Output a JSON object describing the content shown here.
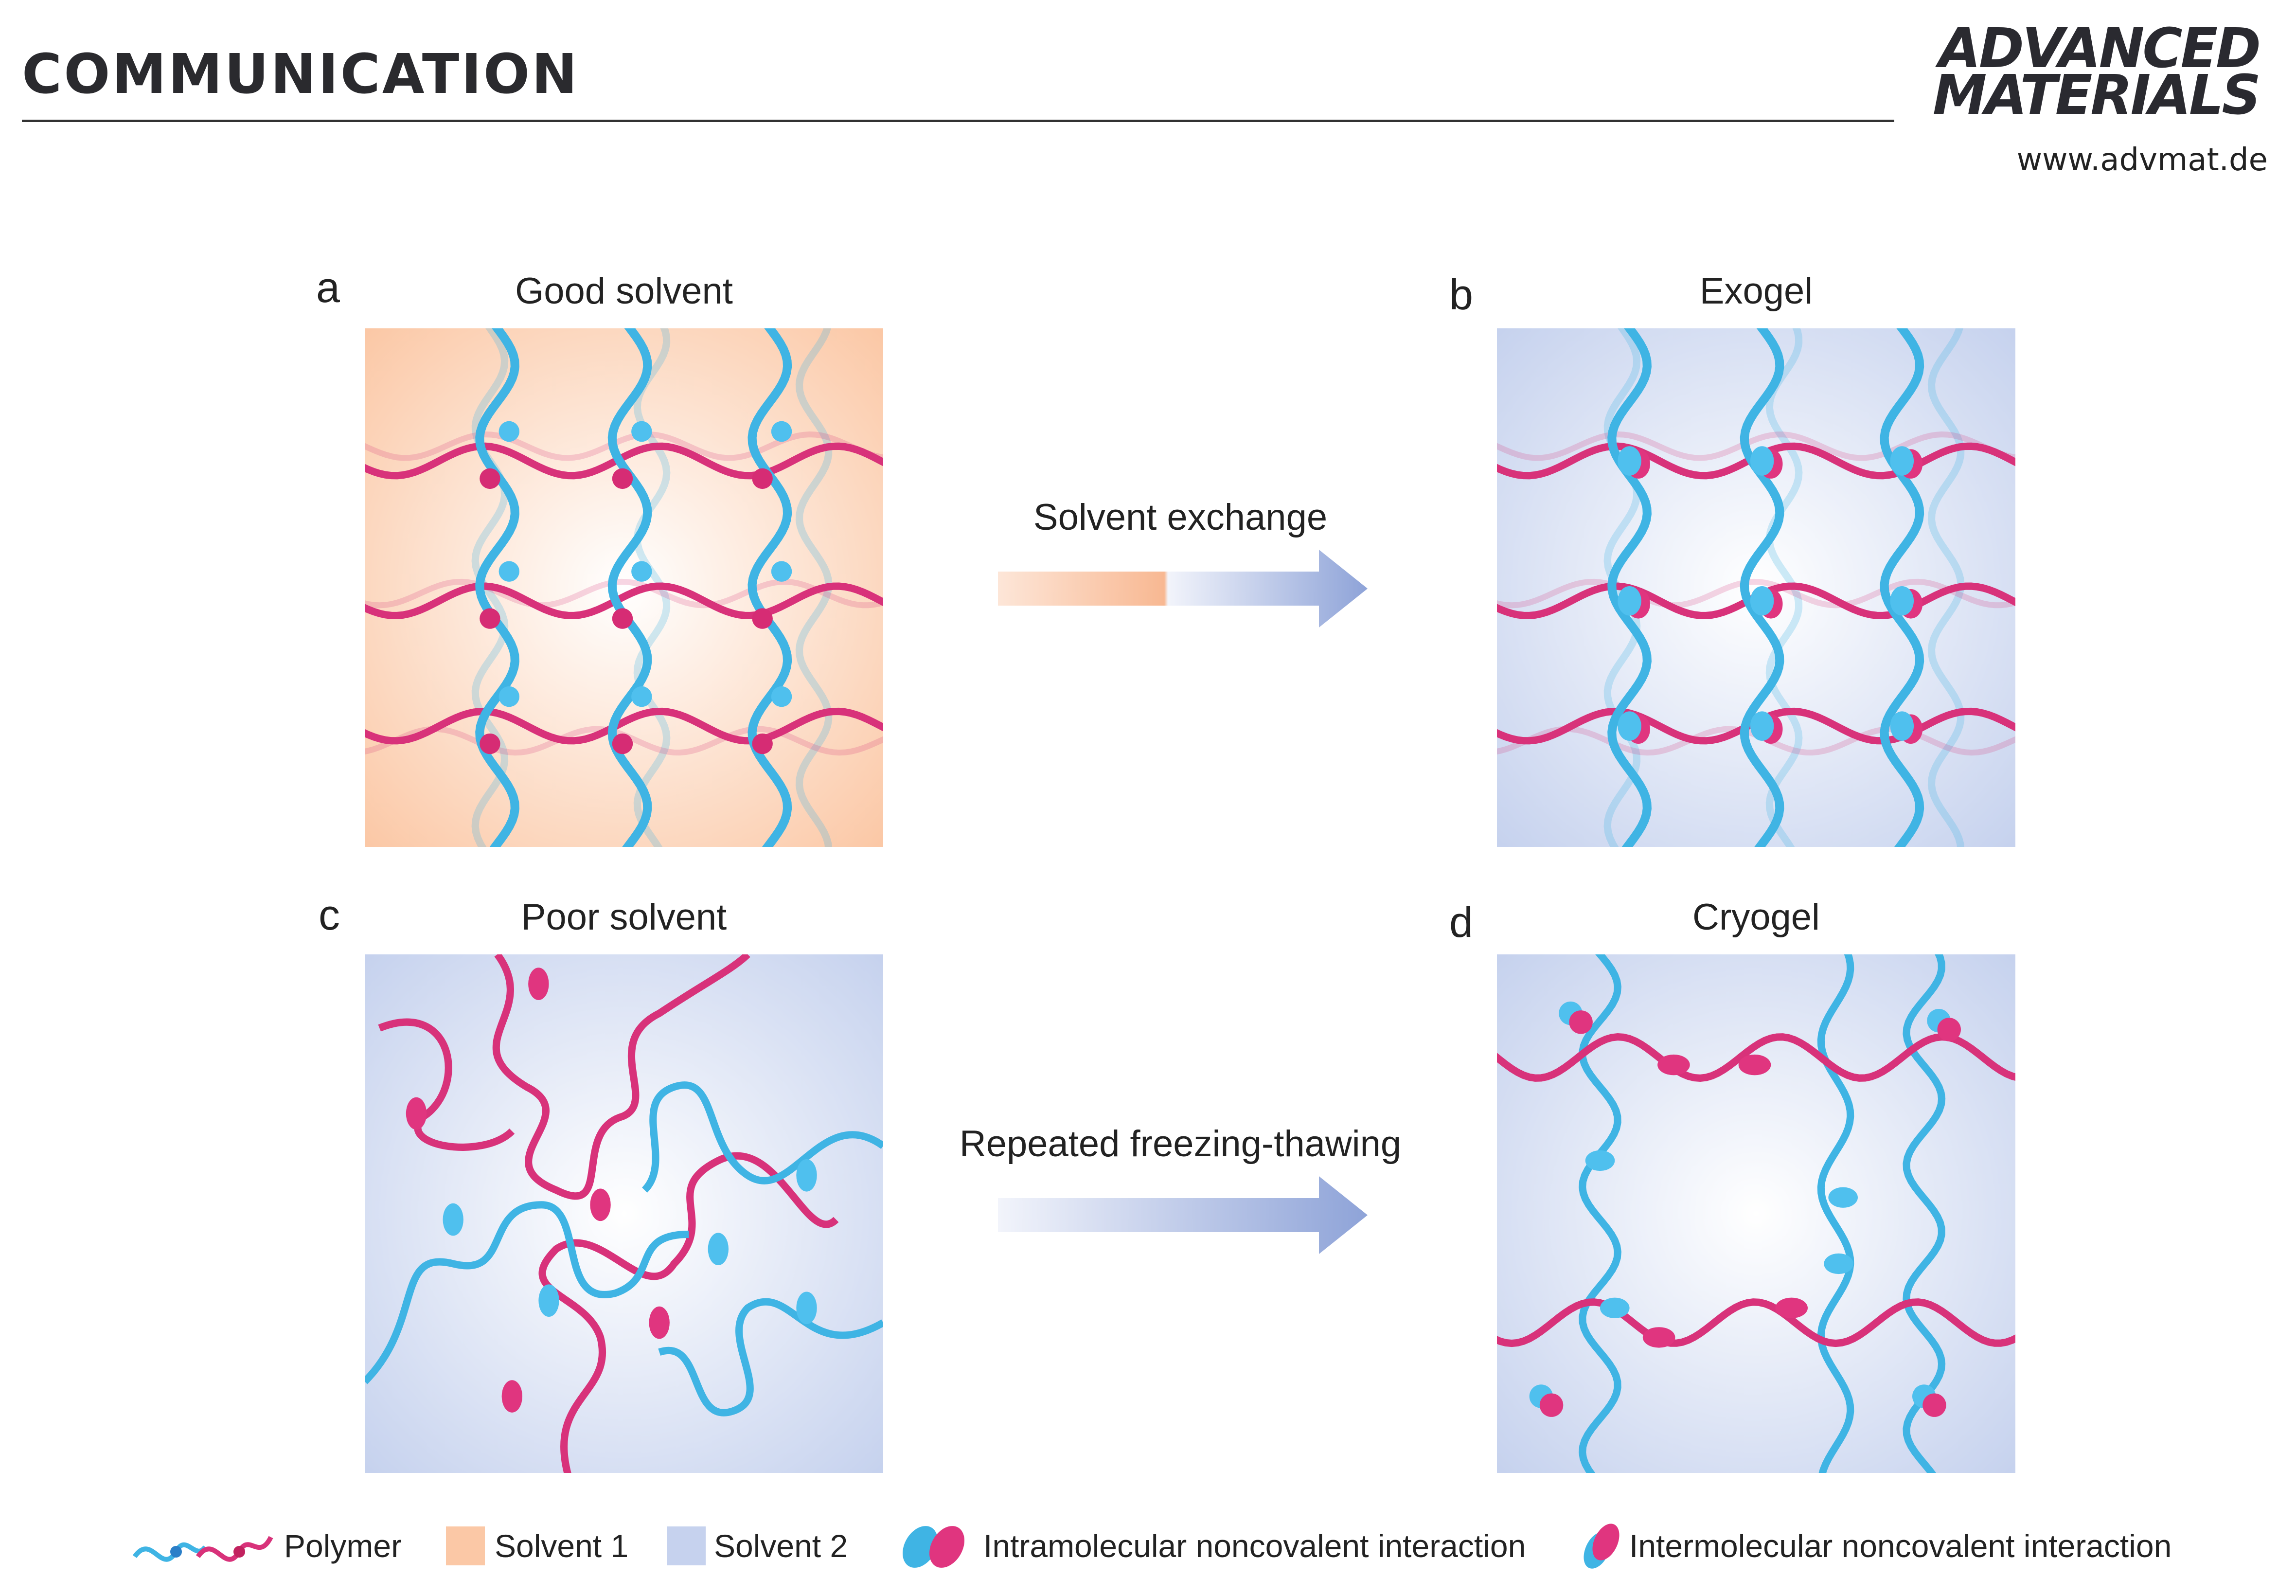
{
  "header": {
    "section": "COMMUNICATION",
    "journal_logo": [
      "ADVANCED",
      "MATERIALS"
    ],
    "url": "www.advmat.de"
  },
  "panels": [
    {
      "label": "a",
      "title": "Good solvent"
    },
    {
      "label": "b",
      "title": "Exogel"
    },
    {
      "label": "c",
      "title": "Poor solvent"
    },
    {
      "label": "d",
      "title": "Cryogel"
    }
  ],
  "arrows": [
    {
      "label": "Solvent exchange"
    },
    {
      "label": "Repeated freezing-thawing"
    }
  ],
  "legend": {
    "polymer": "Polymer",
    "solvent1": "Solvent 1",
    "solvent2": "Solvent 2",
    "intra": "Intramolecular noncovalent interaction",
    "inter": "Intermolecular noncovalent interaction"
  },
  "colors": {
    "blue_chain": "#3fb4e4",
    "pink_chain": "#d8327a",
    "solvent1": "#fbc8a6",
    "solvent2": "#c6d2ee"
  }
}
